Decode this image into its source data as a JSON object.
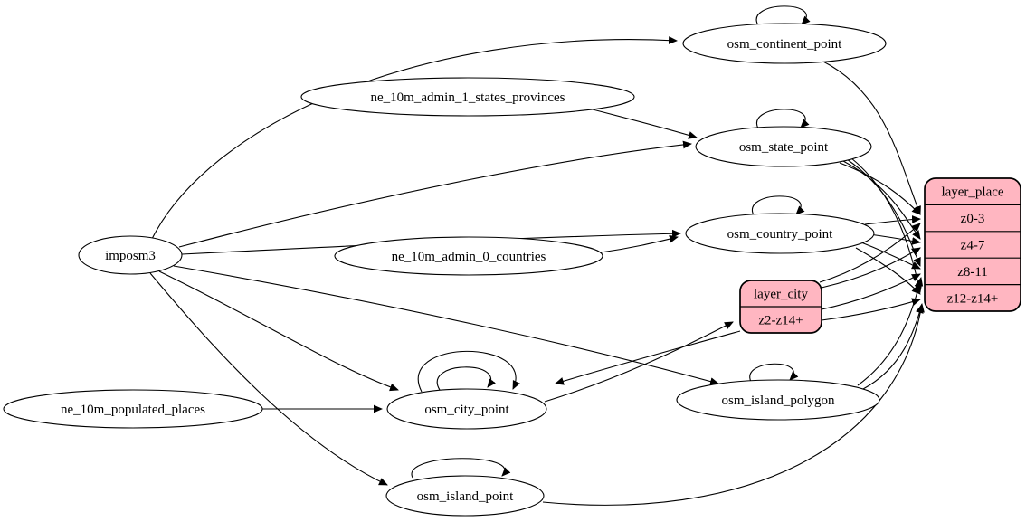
{
  "diagram": {
    "kind": "etl-graph",
    "colors": {
      "background": "#ffffff",
      "ellipse_fill": "#ffffff",
      "record_fill": "#ffb6c1",
      "stroke": "#000000",
      "text": "#000000"
    },
    "nodes": [
      {
        "id": "imposm3",
        "type": "ellipse",
        "label": "imposm3"
      },
      {
        "id": "ne_10m_admin_1_states_provinces",
        "type": "ellipse",
        "label": "ne_10m_admin_1_states_provinces"
      },
      {
        "id": "ne_10m_admin_0_countries",
        "type": "ellipse",
        "label": "ne_10m_admin_0_countries"
      },
      {
        "id": "ne_10m_populated_places",
        "type": "ellipse",
        "label": "ne_10m_populated_places"
      },
      {
        "id": "osm_continent_point",
        "type": "ellipse",
        "label": "osm_continent_point"
      },
      {
        "id": "osm_state_point",
        "type": "ellipse",
        "label": "osm_state_point"
      },
      {
        "id": "osm_country_point",
        "type": "ellipse",
        "label": "osm_country_point"
      },
      {
        "id": "osm_city_point",
        "type": "ellipse",
        "label": "osm_city_point"
      },
      {
        "id": "osm_island_polygon",
        "type": "ellipse",
        "label": "osm_island_polygon"
      },
      {
        "id": "osm_island_point",
        "type": "ellipse",
        "label": "osm_island_point"
      },
      {
        "id": "layer_place",
        "type": "record",
        "rows": [
          "layer_place",
          "z0-3",
          "z4-7",
          "z8-11",
          "z12-z14+"
        ]
      },
      {
        "id": "layer_city",
        "type": "record",
        "rows": [
          "layer_city",
          "z2-z14+"
        ]
      }
    ],
    "edges": [
      {
        "from": "imposm3",
        "to": "osm_continent_point"
      },
      {
        "from": "imposm3",
        "to": "osm_state_point"
      },
      {
        "from": "imposm3",
        "to": "osm_country_point"
      },
      {
        "from": "imposm3",
        "to": "osm_city_point"
      },
      {
        "from": "imposm3",
        "to": "osm_island_polygon"
      },
      {
        "from": "imposm3",
        "to": "osm_island_point"
      },
      {
        "from": "ne_10m_admin_1_states_provinces",
        "to": "osm_state_point"
      },
      {
        "from": "ne_10m_admin_0_countries",
        "to": "osm_country_point"
      },
      {
        "from": "ne_10m_populated_places",
        "to": "osm_city_point"
      },
      {
        "from": "osm_continent_point",
        "to": "osm_continent_point",
        "loop": true
      },
      {
        "from": "osm_state_point",
        "to": "osm_state_point",
        "loop": true
      },
      {
        "from": "osm_country_point",
        "to": "osm_country_point",
        "loop": true
      },
      {
        "from": "osm_city_point",
        "to": "osm_city_point",
        "loop": true,
        "variant": "outer"
      },
      {
        "from": "osm_city_point",
        "to": "osm_city_point",
        "loop": true,
        "variant": "inner"
      },
      {
        "from": "osm_island_polygon",
        "to": "osm_island_polygon",
        "loop": true
      },
      {
        "from": "osm_island_point",
        "to": "osm_island_point",
        "loop": true
      },
      {
        "from": "osm_continent_point",
        "to": "layer_place:z0-3"
      },
      {
        "from": "osm_state_point",
        "to": "layer_place:z0-3"
      },
      {
        "from": "osm_state_point",
        "to": "layer_place:z4-7"
      },
      {
        "from": "osm_state_point",
        "to": "layer_place:z8-11"
      },
      {
        "from": "osm_state_point",
        "to": "layer_place:z12-z14+"
      },
      {
        "from": "osm_country_point",
        "to": "layer_place:z0-3"
      },
      {
        "from": "osm_country_point",
        "to": "layer_place:z4-7"
      },
      {
        "from": "osm_country_point",
        "to": "layer_place:z8-11"
      },
      {
        "from": "osm_country_point",
        "to": "layer_place:z12-z14+"
      },
      {
        "from": "osm_city_point",
        "to": "layer_city:z2-z14+"
      },
      {
        "from": "layer_city:z2-z14+",
        "to": "osm_city_point"
      },
      {
        "from": "layer_city",
        "to": "layer_place:z0-3"
      },
      {
        "from": "layer_city",
        "to": "layer_place:z4-7"
      },
      {
        "from": "layer_city",
        "to": "layer_place:z8-11"
      },
      {
        "from": "layer_city",
        "to": "layer_place:z12-z14+"
      },
      {
        "from": "osm_island_polygon",
        "to": "layer_place:z8-11"
      },
      {
        "from": "osm_island_polygon",
        "to": "layer_place:z12-z14+"
      },
      {
        "from": "osm_island_point",
        "to": "layer_place:z12-z14+"
      }
    ]
  }
}
